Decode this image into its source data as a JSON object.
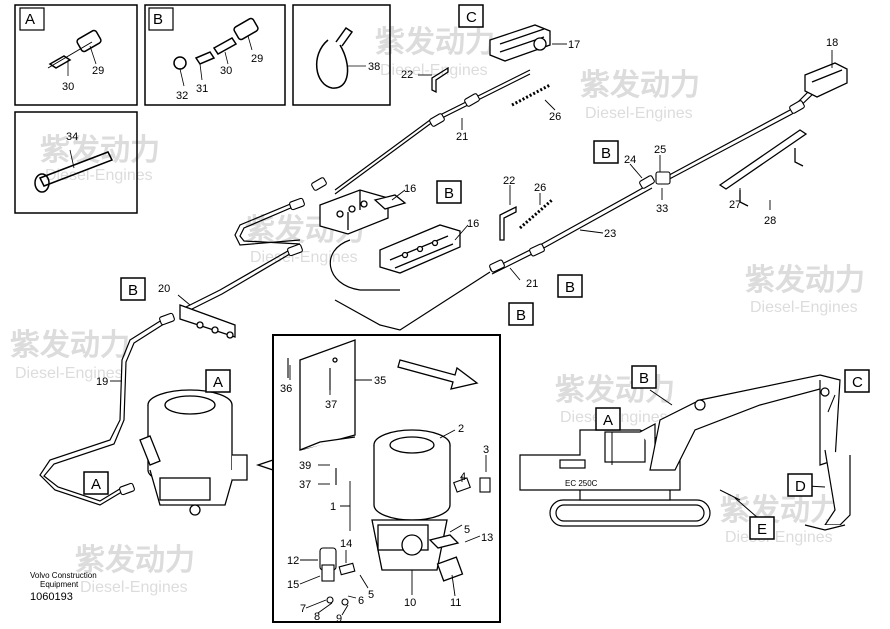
{
  "watermark": {
    "cn": "紫发动力",
    "en": "Diesel-Engines"
  },
  "footer": {
    "line1": "Volvo Construction",
    "line2": "Equipment",
    "doc_id": "1060193"
  },
  "machine_text": "EC 250C",
  "detail_boxes": {
    "a1": "A",
    "b1": "B",
    "c1": "C",
    "b2": "B",
    "b3": "B",
    "b4": "B",
    "b5": "B",
    "b6": "B",
    "a2": "A",
    "a3": "A",
    "a4": "A",
    "b7": "B",
    "c2": "C",
    "d": "D",
    "e": "E"
  },
  "part_numbers": {
    "n29a": "29",
    "n30a": "30",
    "n29b": "29",
    "n30b": "30",
    "n31": "31",
    "n32": "32",
    "n38": "38",
    "n34": "34",
    "n17": "17",
    "n22a": "22",
    "n26a": "26",
    "n21a": "21",
    "n18": "18",
    "n16a": "16",
    "n16b": "16",
    "n22b": "22",
    "n26b": "26",
    "n23": "23",
    "n21b": "21",
    "n24": "24",
    "n25": "25",
    "n33": "33",
    "n27": "27",
    "n28": "28",
    "n20": "20",
    "n19": "19",
    "n36": "36",
    "n37a": "37",
    "n35": "35",
    "n2": "2",
    "n3": "3",
    "n39": "39",
    "n37b": "37",
    "n4": "4",
    "n1": "1",
    "n5": "5",
    "n13": "13",
    "n12": "12",
    "n14": "14",
    "n15": "15",
    "n6": "6",
    "n7": "7",
    "n8": "8",
    "n9": "9",
    "n10": "10",
    "n11": "11"
  }
}
